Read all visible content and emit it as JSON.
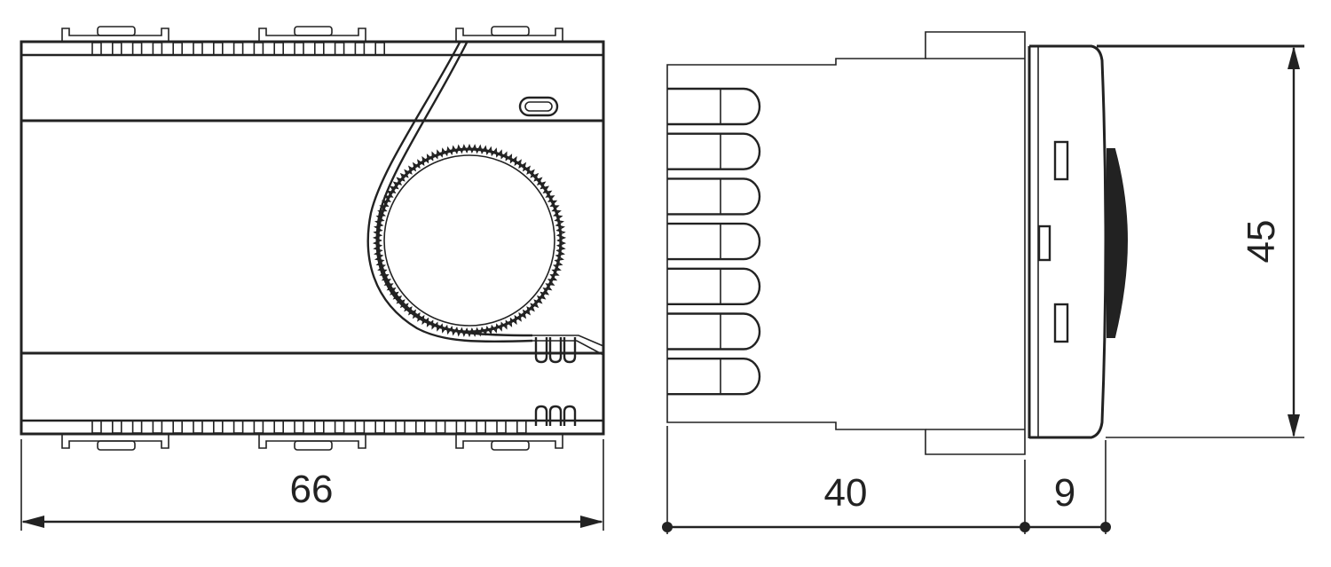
{
  "drawing": {
    "views": [
      "front-view",
      "side-view"
    ],
    "colors": {
      "line": "#222222",
      "background": "#ffffff"
    }
  },
  "dimensions": {
    "width": "66",
    "depth_body": "40",
    "depth_cover": "9",
    "height": "45"
  }
}
